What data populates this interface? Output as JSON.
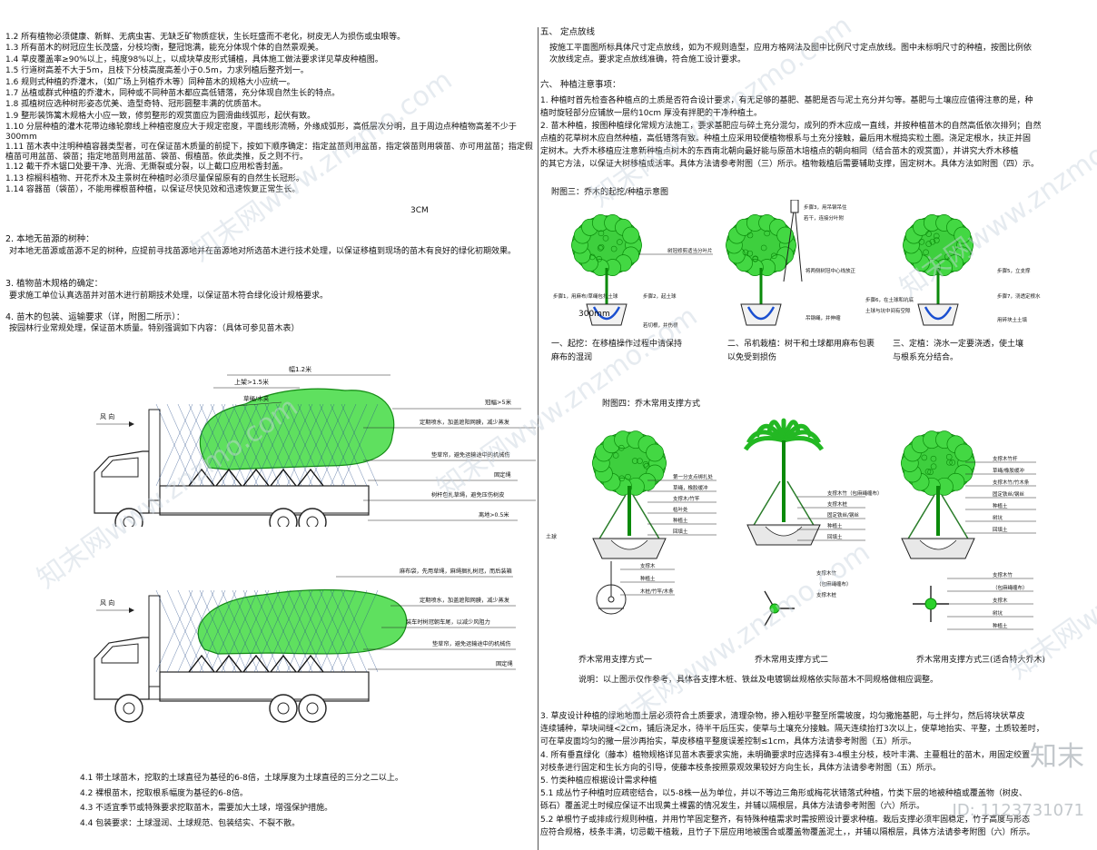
{
  "left": {
    "lines": [
      "1.2 所有植物必须健康、新鲜、无病虫害、无缺乏矿物质症状，生长旺盛而不老化，树皮无人为损伤或虫眼等。",
      "1.3 所有苗木的树冠应生长茂盛，分枝均衡，整冠饱满，能充分体现个体的自然景观美。",
      "1.4 草皮覆盖率≥90%以上，纯度98%以上，以成块草皮形式铺植，具体施工做法要求详见草皮种植图。",
      "1.5 行道树高差不大于5m，且枝下分枝高度高差小于0.5m，力求列植后整齐划一。",
      "1.6 规则式种植的乔灌木，（如广场上列植乔木等）同种苗木的规格大小应统一。",
      "1.7 丛植或群式种植的乔灌木，同种或不同种苗木都应高低错落，充分体现自然生长的特点。",
      "1.8 孤植树应选种树形姿态优美、造型奇特、冠形圆整丰满的优质苗木。",
      "1.9 整形装饰篱木规格大小应一致，修剪整形的观赏面应为圆滑曲线弧形，起伏有致。",
      "1.10 分层种植的灌木花带边缘轮廓线上种植密度应大于规定密度，平面线形流畅，外缘成弧形，高低层次分明，且于周边点种植物高差不少于300mm",
      "1.11 苗木表中注明种植容器类型者，可在保证苗木质量的前提下，按如下顺序确定：指定盆苗则用盆苗，指定袋苗则用袋苗、亦可用盆苗；指定假植苗可用盆苗、袋苗；指定地苗则用盆苗、袋苗、假植苗。依此类推，反之则不行。",
      "1.12 截干乔木锯口处要干净、光滑、无撕裂或分裂，以上截口应用松香封盖。",
      "1.13 棕榈科植物、开花乔木及主景树在种植时必须尽量保留原有的自然生长冠形。",
      "1.14 容器苗（袋苗），不能用裸根苗种植，以保证尽快见效和迅速恢复正常生长。"
    ],
    "note_3cm": "3CM",
    "s2_title": "2. 本地无苗源的树种：",
    "s2_body": "对本地无苗源或苗源不足的树种，应提前寻找苗源地并在苗源地对所选苗木进行技术处理，以保证移植到现场的苗木有良好的绿化初期效果。",
    "s3_title": "3. 植物苗木规格的确定：",
    "s3_body": "要求施工单位认真选苗并对苗木进行前期技术处理，以保证苗木符合绿化设计规格要求。",
    "s4_title": "4. 苗木的包装、运输要求（详，附图二所示）：",
    "s4_body": "按园林行业常规处理，保证苗木质量。特别强调如下内容：（具体可参见苗木表）",
    "truck1": {
      "wind": "风 向",
      "width_label": "幅1.2米",
      "span_label": "上架>1.5米",
      "rope_label": "草绳/木夹",
      "height_label": "冠幅>5米",
      "spray_label": "定期喷水，加盖遮阳网膜，减少蒸发",
      "pad_label": "垫草帘，避免运输途中的机械伤",
      "fix_label": "固定绳",
      "support_label": "树杆包扎草绳，避免压伤树皮",
      "ground_label": "离地>0.5米"
    },
    "truck2": {
      "wind": "风 向",
      "rope_label": "麻布袋，先用草绳，麻绳捆扎树冠，而后装箱",
      "spray_label": "定期喷水，加盖遮阳网膜，减少蒸发",
      "dir_label": "装车时树冠朝车尾，以减少风阻力",
      "pad_label": "垫草帘，避免运输途中的机械伤",
      "fix_label": "固定绳"
    },
    "notes": [
      "4.1 带土球苗木，挖取的土球直径为基径的6-8倍，土球厚度为土球直径的三分之二以上。",
      "4.2 裸根苗木，挖取根系幅度为基径的6-8倍。",
      "4.3 不适宜季节或特殊要求挖取苗木，需要加大土球，增强保护措施。",
      "4.4 包装要求：土球湿润、土球规范、包装结实、不裂不散。"
    ]
  },
  "right": {
    "s5_title": "五、 定点放线",
    "s5_body": [
      "按施工平面图所标具体尺寸定点放线，如为不规则造型，应用方格网法及图中比例尺寸定点放线。图中未标明尺寸的种植，按图比例依",
      "次放线定点。要求定点放线准确，符合施工设计要求。"
    ],
    "s6_title": "六、 种植注意事项：",
    "s6_body": [
      "1. 种植时首先检查各种植点的土质是否符合设计要求，有无足够的基肥、基肥是否与泥土充分并匀等。基肥与土壤应应值得注意的是，种",
      "植时旋轻部分应铺放一层约10cm 厚没有拌肥的干净种植土。",
      "2. 苗木种植，按图种植绿化常规方法施工，要求基肥应与碎土充分混匀，成列的乔木应成一直线，并按种植苗木的自然高低依次排列；自然",
      "点植的花草树木应自然种植，高低错落有致。种植土应采用较便植物根系与土充分接触，最后用木棍捣实粒土圈。浇足定根水，扶正并固",
      "定树木。大乔木移植应注意新种植点树木的东西南北朝向最好能与原苗木培植点的朝向相同（结合苗木的观赏面），并讲究大乔木移植",
      "的其它方法，以保证大树移植成活率。具体方法请参考附图（三）所示。植物栽植后需要辅助支撑，固定树木。具体方法如附图（四）示。"
    ],
    "fig3": {
      "title": "附图三：乔木的起挖/种植示意图",
      "t1_label_a": "树冠修剪适当分叶片",
      "t1_label_b": "步骤1，用麻布/草绳包扎土球",
      "t1_label_c": "步骤2，起土球",
      "t1_label_d": "若切根，并伤根",
      "t1_dim": "300mm",
      "t2_label_a": "步骤3，用吊钢吊住",
      "t2_label_b": "若干，连接分叶附",
      "t2_label_c": "将两侧树冠中心线放正",
      "t2_label_d": "吊钢绳，并伸缩",
      "t3_label_a": "步骤5，立支撑",
      "t3_label_b": "步骤7，浇透定根水",
      "t3_label_c": "用碎块土土填",
      "t3_label_d": "步骤6，在土球和坑底",
      "t3_label_e": "土球与坑中间有空隙",
      "cap1": [
        "一、起挖：在移植操作过程中请保持",
        "麻布的湿润"
      ],
      "cap2": [
        "二、吊机栽植：树干和土球都用麻布包裹",
        "以免受到损伤"
      ],
      "cap3": [
        "三、定植：浇水一定要浇透，使土壤",
        "与根系充分结合。"
      ]
    },
    "fig4": {
      "title": "附图四：乔木常用支撑方式",
      "soil": "土球",
      "tree1_labels": [
        "第一分支点绑扎处",
        "草绳，橡胶缓冲",
        "支撑木/竹竿",
        "枯叶处",
        "种植土",
        "回填土"
      ],
      "tree2_labels": [
        "支撑木竹（包麻绳缠布）",
        "支撑木桩",
        "固定铁丝/钢丝",
        "种植土",
        "回填土"
      ],
      "tree3_labels": [
        "支撑木竹杆",
        "草绳/橡胶缓冲",
        "支撑木竹/竹木条",
        "固定铁丝/钢丝",
        "种植土",
        "树坑",
        "回填土"
      ],
      "plan1_labels": [
        "支撑木",
        "种植土",
        "木桩/竹竿/木条"
      ],
      "plan2_labels": [
        "支撑木竹",
        "（包麻绳缠布）",
        "支撑木桩"
      ],
      "plan3_labels": [
        "支撑木竹",
        "（包麻绳缠布）",
        "支撑木",
        "树坑",
        "种植土"
      ],
      "cap1": "乔木常用支撑方式一",
      "cap2": "乔木常用支撑方式二",
      "cap3": "乔木常用支撑方式三(适合特大乔木)",
      "note": "说明：以上图示仅作参考，具体各支撑木桩、铁丝及电镀钢丝规格依实际苗木不同规格做相应调整。"
    },
    "bottom": [
      "3. 草皮设计种植的绿地地面土层必须符合土质要求，清理杂物，掺入粗砂平整至所需坡度，均匀撒施基肥，与土拌匀，然后将块状草皮",
      "连续铺种，草块间缝<2cm，铺后浇足水，待半干后压实，使草与土壤充分接触。隔天连续抬打3次以上，使草地抬实、平整，土质较差时，",
      "可在草皮面均匀的撒一层沙再抬实，草皮移植平整度误差控制≤1cm，具体方法请参考附图（五）所示。",
      "4. 所有垂直绿化（藤本）植物规格详见苗木表要求实施，未明确要求时应选择有3-4根主分枝，枝叶丰满、主蔓粗壮的苗木，用固定绞置",
      "对枝条进行固定和生长方向的引导，使藤本枝条按照景观效果较好方向生长，具体方法请参考附图（五）所示。",
      "5. 竹类种植应根据设计需求种植",
      "5.1 成丛竹子种植时应疏密结合，以5-8株一丛为单位，并以不等边三角形或梅花状错落式种植，竹类下层的地被种植或覆盖物（树皮、",
      "砾石）覆盖泥土时候应保证不出现黄土裸露的情况发生，并辅以隔根层，具体方法请参考附图（六）所示。",
      "5.2 单根竹子或排成行规则种植，并用竹竿固定整齐，有特殊种植需求时需按照设计要求种植。栽后支撑必须牢固稳定，竹子高度与形态",
      "应符合规格，枝条丰满，切忌截干植栽，且竹子下层应用地被围合或覆盖物覆盖泥土，，并辅以隔根层，具体方法请参考附图（六）所示。"
    ]
  },
  "brand": {
    "name": "知末",
    "id": "ID: 1123731071"
  },
  "watermark_text": "知末网www.znzmo.com"
}
